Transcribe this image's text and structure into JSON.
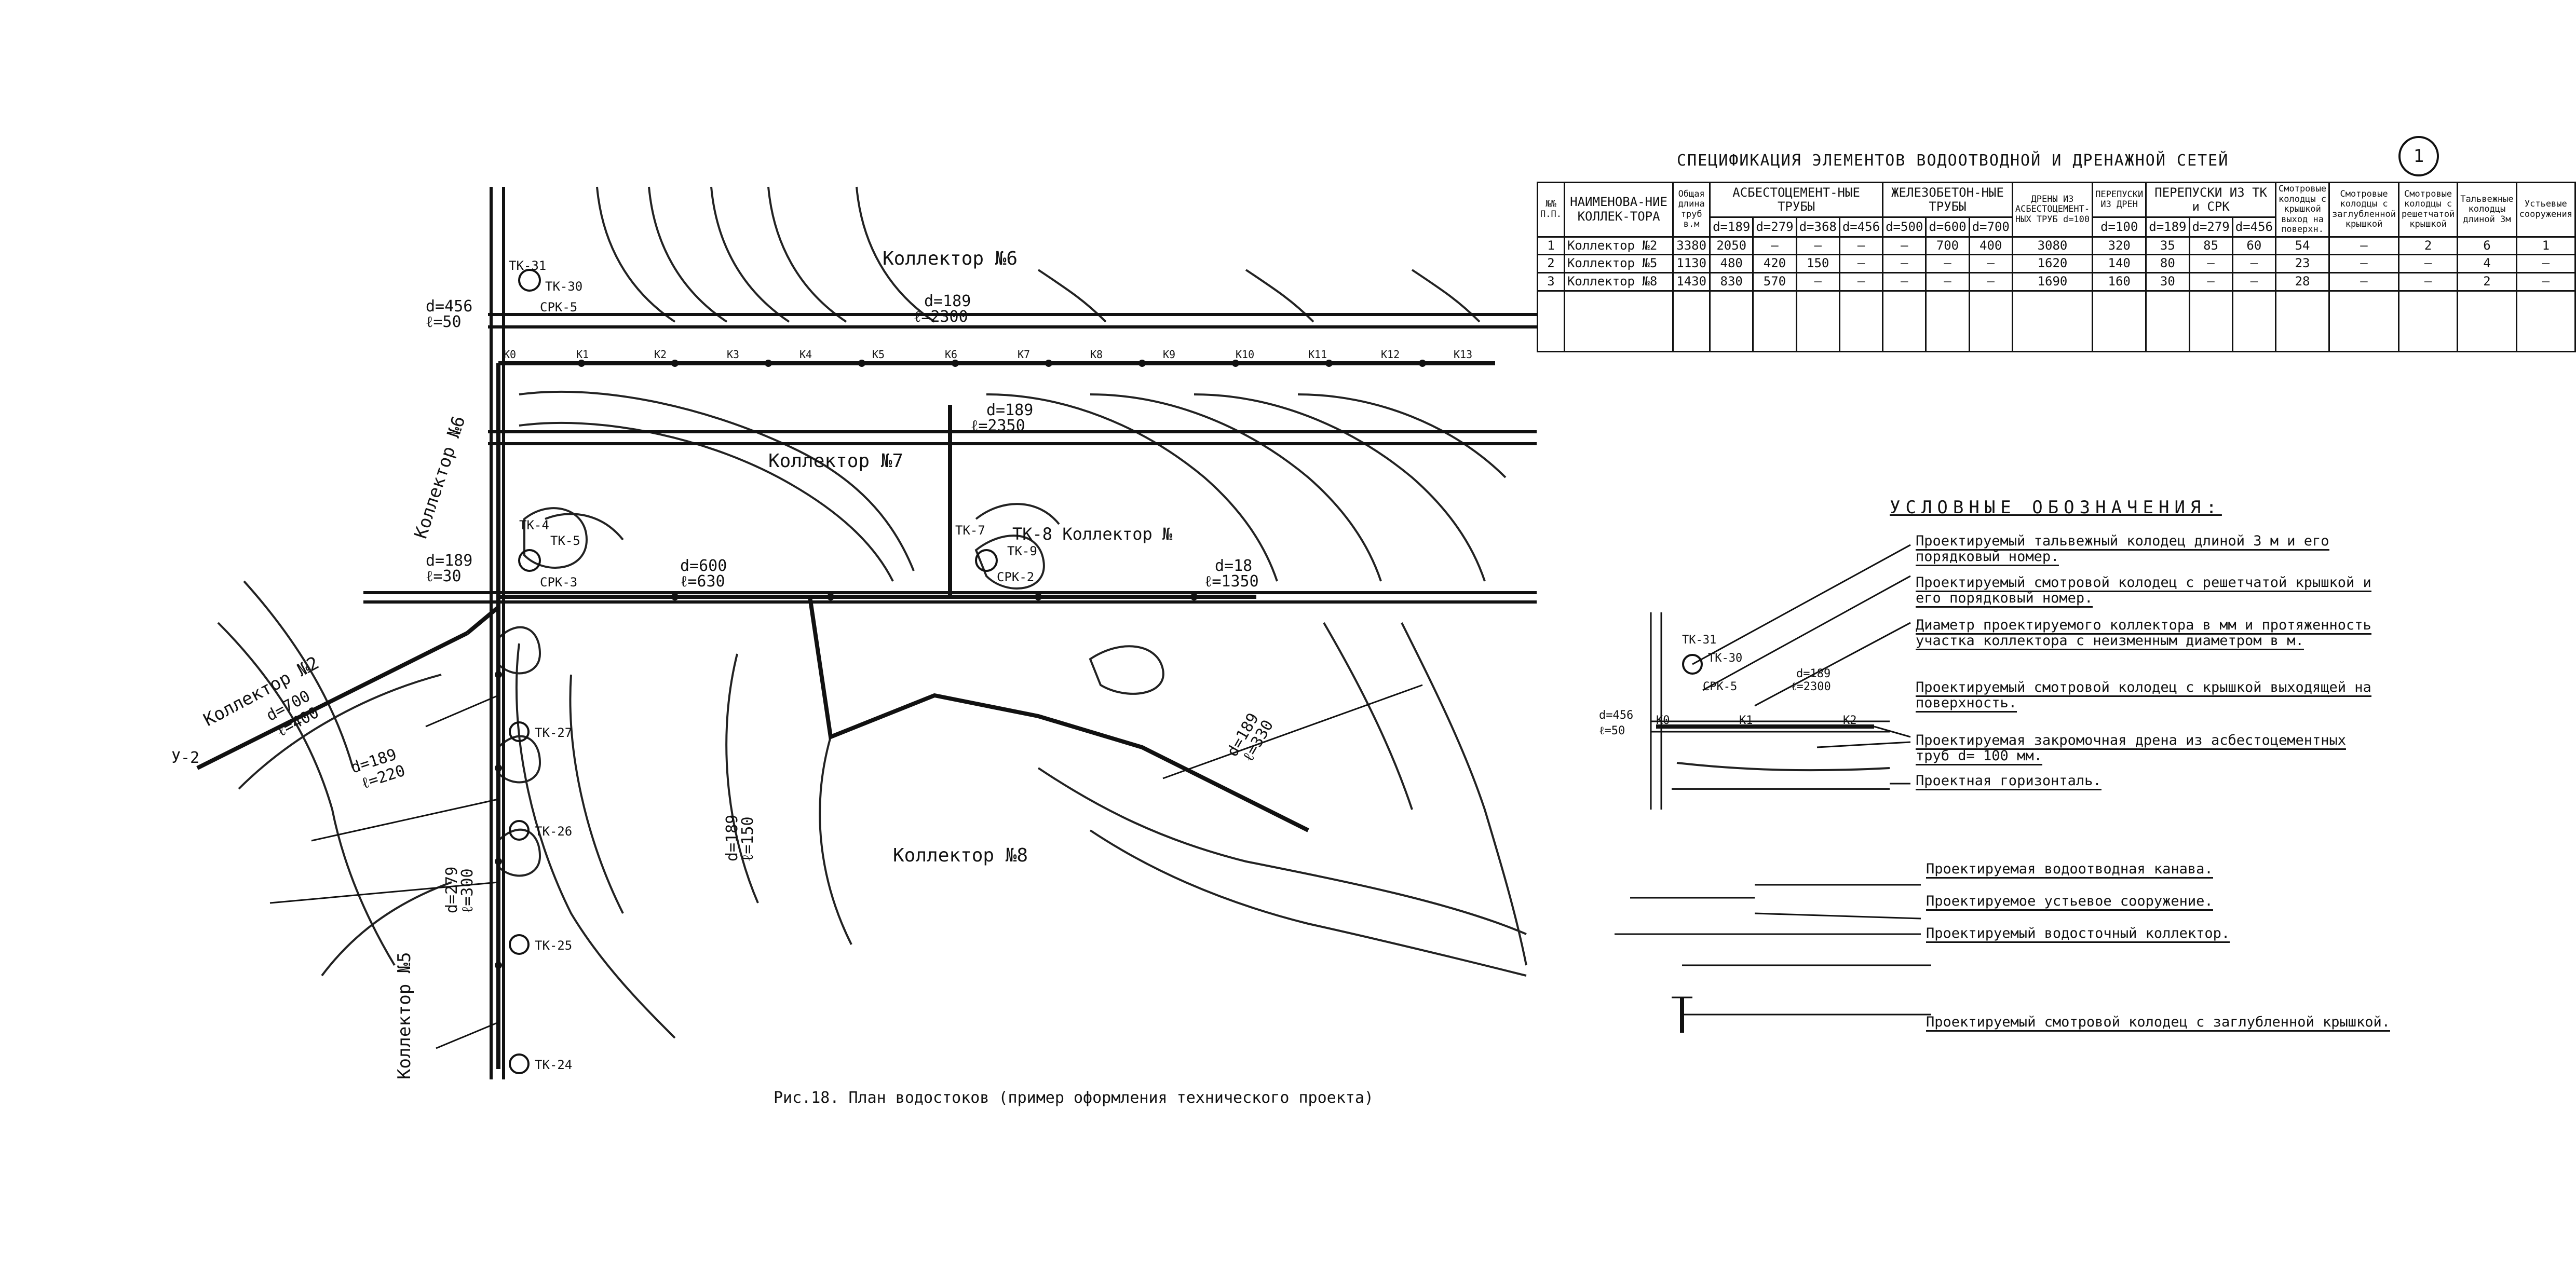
{
  "spec": {
    "title": "СПЕЦИФИКАЦИЯ ЭЛЕМЕНТОВ ВОДООТВОДНОЙ И ДРЕНАЖНОЙ СЕТЕЙ",
    "sheet_number": "1",
    "headers": {
      "num": "№№ П.П.",
      "name": "НАИМЕНОВА-НИЕ КОЛЛЕК-ТОРА",
      "total": "Общая длина труб в.м",
      "asbestos": "АСБЕСТОЦЕМЕНТ-НЫЕ ТРУБЫ",
      "concrete": "ЖЕЛЕЗОБЕТОН-НЫЕ ТРУБЫ",
      "drains": "ДРЕНЫ ИЗ АСБЕСТОЦЕМЕНТ-НЫХ ТРУБ d=100",
      "bypass_drain": "ПЕРЕПУСКИ ИЗ ДРЕН",
      "bypass_tk": "ПЕРЕПУСКИ ИЗ ТК и СРК",
      "wells_grate": "Смотровые колодцы с крышкой выход на поверхн.",
      "wells_buried": "Смотровые колодцы с заглубленной крышкой",
      "wells_lattice": "Смотровые колодцы с решетчатой крышкой",
      "thalweg": "Тальвежные колодцы длиной 3м",
      "outlet": "Устьевые сооружения",
      "d_bypass_drain": "d=100",
      "sub_asb": [
        "d=189",
        "d=279",
        "d=368",
        "d=456"
      ],
      "sub_conc": [
        "d=500",
        "d=600",
        "d=700"
      ],
      "sub_bypass": [
        "d=189",
        "d=279",
        "d=456"
      ]
    },
    "rows": [
      {
        "n": "1",
        "name": "Коллектор №2",
        "total": "3380",
        "a1": "2050",
        "a2": "—",
        "a3": "—",
        "a4": "—",
        "c1": "—",
        "c2": "700",
        "c3": "400",
        "drain": "3080",
        "pd": "320",
        "b1": "35",
        "b2": "85",
        "b3": "60",
        "w1": "54",
        "w2": "—",
        "w3": "2",
        "t": "6",
        "o": "1"
      },
      {
        "n": "2",
        "name": "Коллектор №5",
        "total": "1130",
        "a1": "480",
        "a2": "420",
        "a3": "150",
        "a4": "—",
        "c1": "—",
        "c2": "—",
        "c3": "—",
        "drain": "1620",
        "pd": "140",
        "b1": "80",
        "b2": "—",
        "b3": "—",
        "w1": "23",
        "w2": "—",
        "w3": "—",
        "t": "4",
        "o": "—"
      },
      {
        "n": "3",
        "name": "Коллектор №8",
        "total": "1430",
        "a1": "830",
        "a2": "570",
        "a3": "—",
        "a4": "—",
        "c1": "—",
        "c2": "—",
        "c3": "—",
        "drain": "1690",
        "pd": "160",
        "b1": "30",
        "b2": "—",
        "b3": "—",
        "w1": "28",
        "w2": "—",
        "w3": "—",
        "t": "2",
        "o": "—"
      }
    ]
  },
  "legend": {
    "title": "УСЛОВНЫЕ ОБОЗНАЧЕНИЯ:",
    "items": [
      "Проектируемый тальвежный колодец длиной 3 м и его порядковый номер.",
      "Проектируемый смотровой колодец с решетчатой крышкой и его порядковый номер.",
      "Диаметр проектируемого коллектора в мм и протяженность участка коллектора с неизменным диаметром в м.",
      "Проектируемый смотровой колодец с крышкой выходящей на поверхность.",
      "Проектируемая закромочная дрена из асбестоцементных труб d= 100 мм.",
      "Проектная горизонталь.",
      "Проектируемая водоотводная канава.",
      "Проектируемое устьевое сооружение.",
      "Проектируемый водосточный коллектор.",
      "Проектируемый смотровой колодец с заглубленной крышкой."
    ],
    "mini": {
      "tk31": "ТК-31",
      "tk30": "ТК-30",
      "srk5": "СРК-5",
      "d": "d=189",
      "l": "ℓ=2300",
      "d2": "d=456",
      "l2": "ℓ=50",
      "k0": "К0",
      "k1": "К1",
      "k2": "К2"
    }
  },
  "plan": {
    "collectors": {
      "c6": "Коллектор №6",
      "c6v": "Коллектор №6",
      "c7": "Коллектор №7",
      "c2": "Коллектор №2",
      "c5": "Коллектор №5",
      "c8": "Коллектор №8",
      "ctk": "ТК-8 Коллектор №"
    },
    "labels": {
      "d189a": "d=189",
      "l2300": "ℓ=2300",
      "d456": "d=456",
      "l50": "ℓ=50",
      "d189b": "d=189",
      "l2350": "ℓ=2350",
      "d600": "d=600",
      "l630": "ℓ=630",
      "d18": "d=18",
      "l1350": "ℓ=1350",
      "d189c": "d=189",
      "l30": "ℓ=30",
      "d700": "d=700",
      "l400": "ℓ=400",
      "y2": "У-2",
      "d220": "d=189",
      "l220": "ℓ=220",
      "d279": "d=279",
      "l300": "ℓ=300",
      "d188": "d=189",
      "l150": "ℓ=150",
      "d189d": "d=189",
      "l330": "ℓ=330",
      "tk31": "ТК-31",
      "tk30": "ТК-30",
      "srk5": "СРК-5",
      "tk4": "ТК-4",
      "tk5": "ТК-5",
      "srk3": "СРК-3",
      "tk7": "ТК-7",
      "tk9": "ТК-9",
      "srk2": "СРК-2",
      "tk27": "ТК-27",
      "tk26": "ТК-26",
      "tk25": "ТК-25",
      "tk24": "ТК-24",
      "k0": "К0",
      "k1": "К1",
      "k2": "К2",
      "k3": "К3",
      "k4": "К4",
      "k5": "К5",
      "k6": "К6",
      "k7": "К7",
      "k8": "К8",
      "k9": "К9",
      "k10": "К10",
      "k11": "К11",
      "k12": "К12",
      "k13": "К13"
    }
  },
  "caption": "Рис.18. План водостоков (пример оформления технического проекта)"
}
